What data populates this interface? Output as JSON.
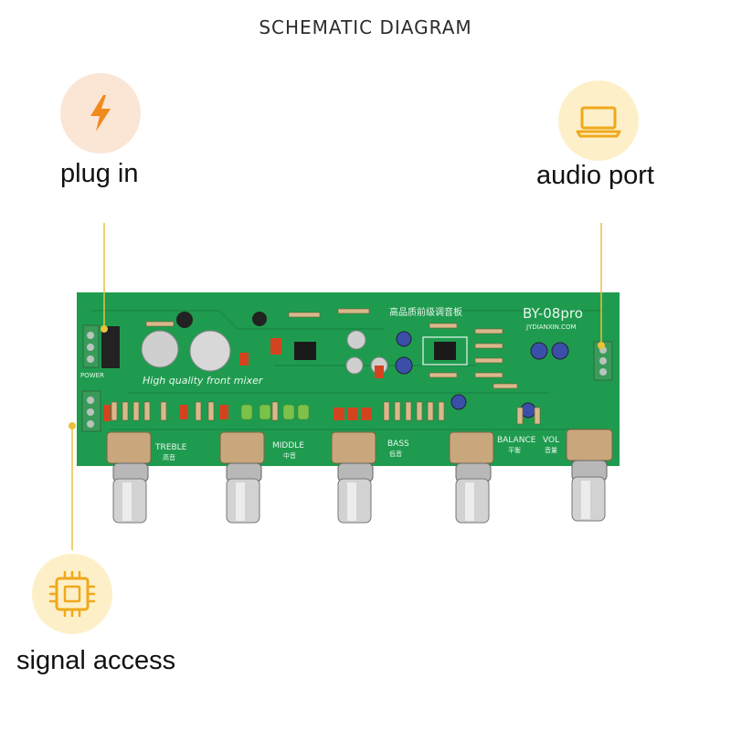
{
  "header": {
    "title": "SCHEMATIC DIAGRAM"
  },
  "callouts": {
    "plug_in": {
      "label": "plug in",
      "icon": "lightning-icon"
    },
    "audio_port": {
      "label": "audio port",
      "icon": "laptop-icon"
    },
    "signal_access": {
      "label": "signal access",
      "icon": "chip-icon"
    }
  },
  "board": {
    "model": "BY-08pro",
    "site": "JYDIANXIN.COM",
    "chinese_title": "高品质前级调音板",
    "slogan": "High quality front mixer",
    "power_label": "POWER",
    "knobs": [
      {
        "en": "TREBLE",
        "cn": "高音"
      },
      {
        "en": "MIDDLE",
        "cn": "中音"
      },
      {
        "en": "BASS",
        "cn": "低音"
      },
      {
        "en": "BALANCE",
        "cn": "平衡"
      },
      {
        "en": "VOL",
        "cn": "音量"
      }
    ]
  },
  "colors": {
    "pcb": "#1f9b4f",
    "accent": "#e9c23a",
    "plug_circle": "#fbe6d6",
    "port_circle": "#fdf0c8",
    "chip_circle": "#fdf0c8"
  }
}
